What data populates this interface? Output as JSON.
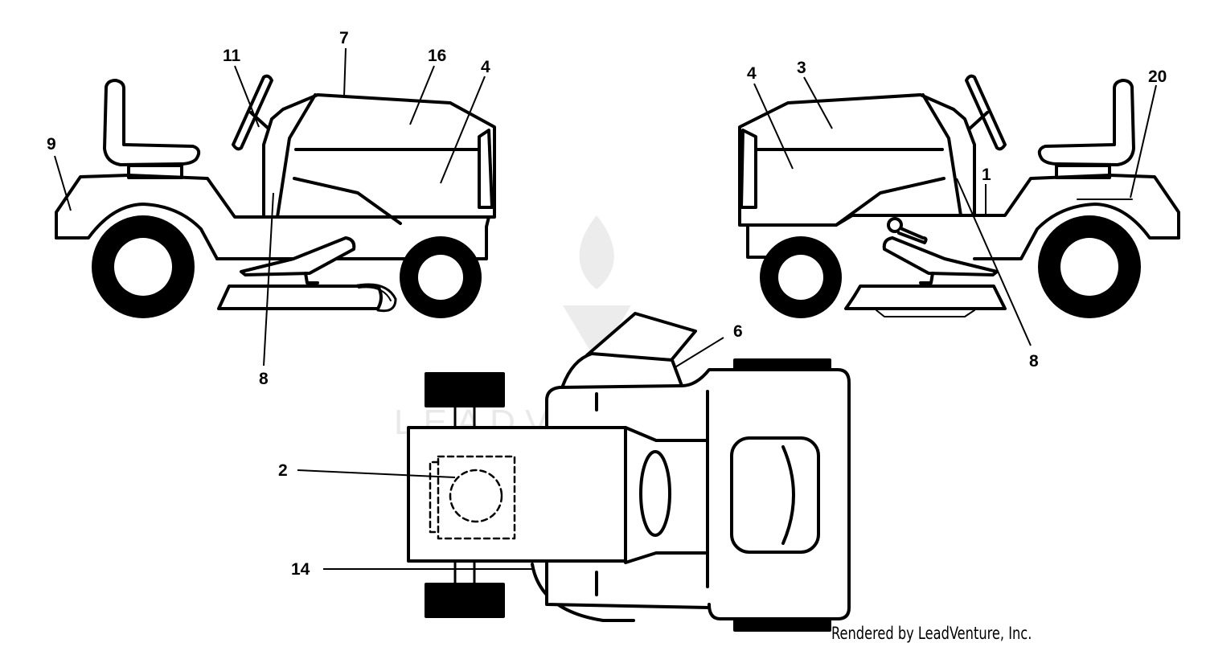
{
  "watermark": {
    "text": "LEADVENTURE"
  },
  "credit": "Rendered by LeadVenture, Inc.",
  "labels": {
    "l7": "7",
    "l11": "11",
    "l16": "16",
    "l4a": "4",
    "l9": "9",
    "l8a": "8",
    "l4b": "4",
    "l3": "3",
    "l20": "20",
    "l1": "1",
    "l8b": "8",
    "l6": "6",
    "l2": "2",
    "l14": "14"
  },
  "colors": {
    "line": "#000000",
    "watermark": "#e9e9e9",
    "background": "#ffffff"
  }
}
